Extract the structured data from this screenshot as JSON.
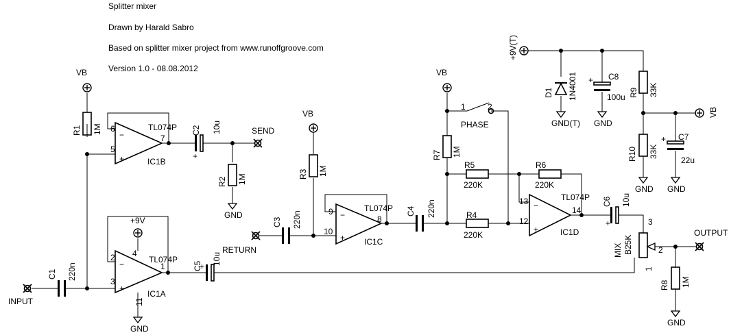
{
  "header": {
    "title": "Splitter mixer",
    "author": "Drawn by Harald Sabro",
    "based_on": "Based on splitter mixer project from www.runoffgroove.com",
    "version": "Version 1.0 - 08.08.2012"
  },
  "nets": {
    "vb": "VB",
    "gnd": "GND",
    "gnd_t": "GND(T)",
    "p9v": "+9V",
    "p9v_t": "+9V(T)"
  },
  "connectors": {
    "input": "INPUT",
    "send": "SEND",
    "return": "RETURN",
    "output": "OUTPUT"
  },
  "opamps": {
    "ic1a": {
      "name": "IC1A",
      "part": "TL074P",
      "pin_minus": "2",
      "pin_plus": "3",
      "pin_out": "1",
      "pin_vcc": "4",
      "pin_gnd": "11"
    },
    "ic1b": {
      "name": "IC1B",
      "part": "TL074P",
      "pin_minus": "6",
      "pin_plus": "5",
      "pin_out": "7"
    },
    "ic1c": {
      "name": "IC1C",
      "part": "TL074P",
      "pin_minus": "9",
      "pin_plus": "10",
      "pin_out": "8"
    },
    "ic1d": {
      "name": "IC1D",
      "part": "TL074P",
      "pin_minus": "13",
      "pin_plus": "12",
      "pin_out": "14"
    }
  },
  "resistors": {
    "r1": {
      "name": "R1",
      "value": "1M"
    },
    "r2": {
      "name": "R2",
      "value": "1M"
    },
    "r3": {
      "name": "R3",
      "value": "1M"
    },
    "r4": {
      "name": "R4",
      "value": "220K"
    },
    "r5": {
      "name": "R5",
      "value": "220K"
    },
    "r6": {
      "name": "R6",
      "value": "220K"
    },
    "r7": {
      "name": "R7",
      "value": "1M"
    },
    "r8": {
      "name": "R8",
      "value": "1M"
    },
    "r9": {
      "name": "R9",
      "value": "33K"
    },
    "r10": {
      "name": "R10",
      "value": "33K"
    }
  },
  "capacitors": {
    "c1": {
      "name": "C1",
      "value": "220n"
    },
    "c2": {
      "name": "C2",
      "value": "10u"
    },
    "c3": {
      "name": "C3",
      "value": "220n"
    },
    "c4": {
      "name": "C4",
      "value": "220n"
    },
    "c5": {
      "name": "C5",
      "value": "10u"
    },
    "c6": {
      "name": "C6",
      "value": "10u"
    },
    "c7": {
      "name": "C7",
      "value": "22u"
    },
    "c8": {
      "name": "C8",
      "value": "100u"
    }
  },
  "diode": {
    "name": "D1",
    "part": "1N4001"
  },
  "switch": {
    "name": "PHASE",
    "pin1": "1",
    "pin2": "2"
  },
  "pot": {
    "name": "MIX",
    "value": "B25K",
    "pin1": "1",
    "pin2": "2",
    "pin3": "3"
  },
  "polarity": {
    "plus": "+",
    "minus": "−"
  }
}
